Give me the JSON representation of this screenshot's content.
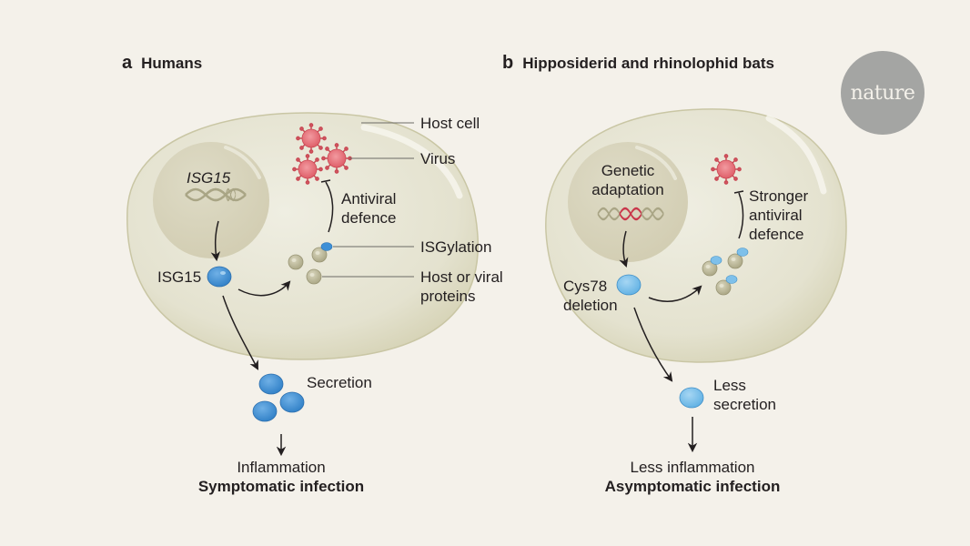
{
  "panel_a": {
    "letter": "a",
    "title": "Humans",
    "nucleus_gene": "ISG15",
    "protein_label": "ISG15",
    "labels": {
      "host_cell": "Host cell",
      "virus": "Virus",
      "antiviral_line1": "Antiviral",
      "antiviral_line2": "defence",
      "isgylation": "ISGylation",
      "proteins_line1": "Host or viral",
      "proteins_line2": "proteins",
      "secretion": "Secretion",
      "outcome_line1": "Inflammation",
      "outcome_line2": "Symptomatic infection"
    }
  },
  "panel_b": {
    "letter": "b",
    "title": "Hipposiderid and rhinolophid bats",
    "nucleus_line1": "Genetic",
    "nucleus_line2": "adaptation",
    "protein_line1": "Cys78",
    "protein_line2": "deletion",
    "labels": {
      "antiviral_line1": "Stronger",
      "antiviral_line2": "antiviral",
      "antiviral_line3": "defence",
      "secretion_line1": "Less",
      "secretion_line2": "secretion",
      "outcome_line1": "Less inflammation",
      "outcome_line2": "Asymptomatic infection"
    }
  },
  "brand": {
    "logo_text": "nature"
  },
  "colors": {
    "background": "#f4f1ea",
    "cell_fill": "#e6e4d2",
    "cell_edge": "#c9c6a4",
    "nucleus": "#d8d4bc",
    "virus": "#e9747c",
    "isg15_blue": "#3d8fd6",
    "isg15_light": "#7ec0ea",
    "protein": "#b9b596",
    "dna_red": "#c9364a",
    "logo": "#a4a5a3"
  }
}
